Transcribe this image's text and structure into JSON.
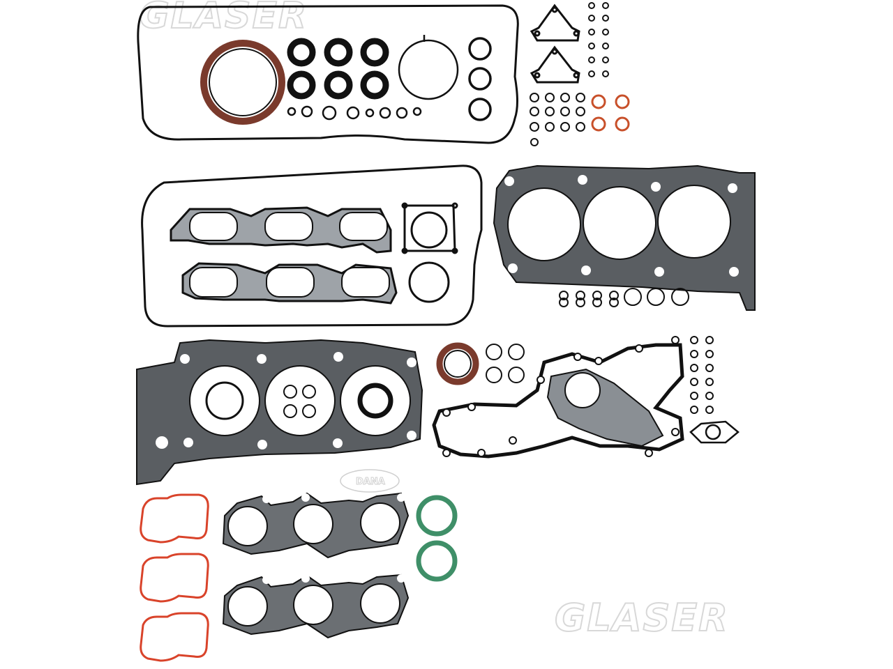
{
  "watermark": {
    "brand": "GLASER",
    "badge": "DANA"
  },
  "colors": {
    "background": "#ffffff",
    "gasket_black": "#111111",
    "gasket_metal": "#5a5e62",
    "gasket_metal_light": "#8a8f94",
    "seal_brown": "#7a3a2c",
    "oring_orange": "#c8502a",
    "intake_red": "#d9432a",
    "oring_green": "#3f8f68",
    "exhaust_metal": "#6b6f73"
  },
  "icons": {
    "kit": "engine-gasket-set-photo"
  }
}
